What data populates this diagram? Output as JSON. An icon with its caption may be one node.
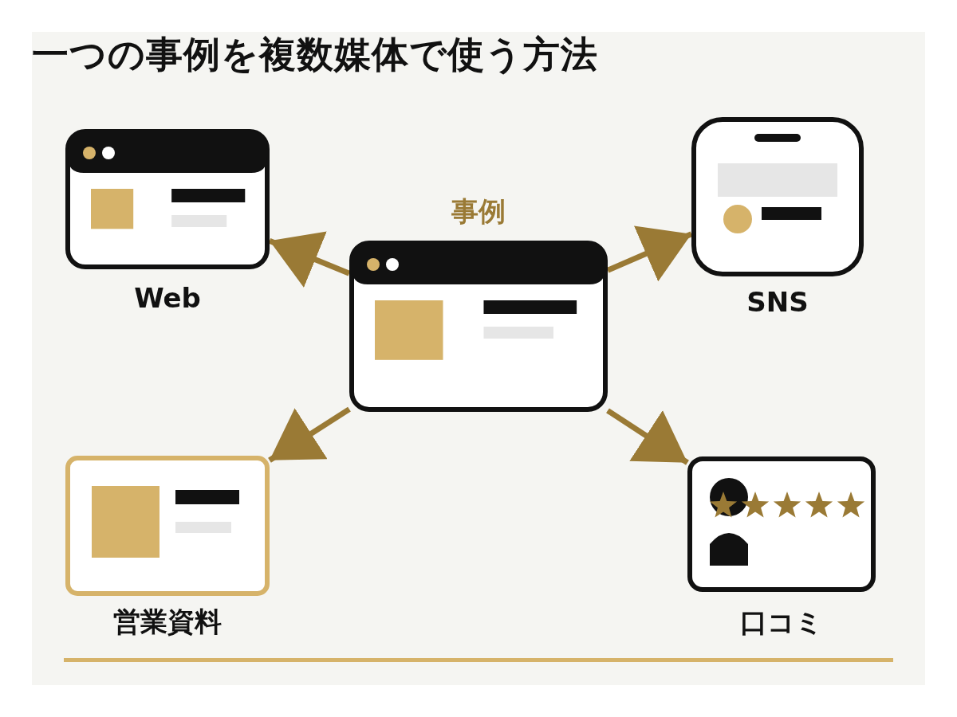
{
  "diagram": {
    "title": "一つの事例を複数媒体で使う方法",
    "nodes": [
      {
        "text": [
          "事例"
        ]
      },
      {
        "text": [
          "Web"
        ]
      },
      {
        "text": [
          "SNS"
        ]
      },
      {
        "text": [
          "営業資料"
        ]
      },
      {
        "text": [
          "口コミ"
        ]
      }
    ],
    "edges": [
      {
        "from": 0,
        "to": 1,
        "arrow": "to"
      },
      {
        "from": 0,
        "to": 2,
        "arrow": "to"
      },
      {
        "from": 0,
        "to": 3,
        "arrow": "to"
      },
      {
        "from": 0,
        "to": 4,
        "arrow": "to"
      }
    ]
  }
}
